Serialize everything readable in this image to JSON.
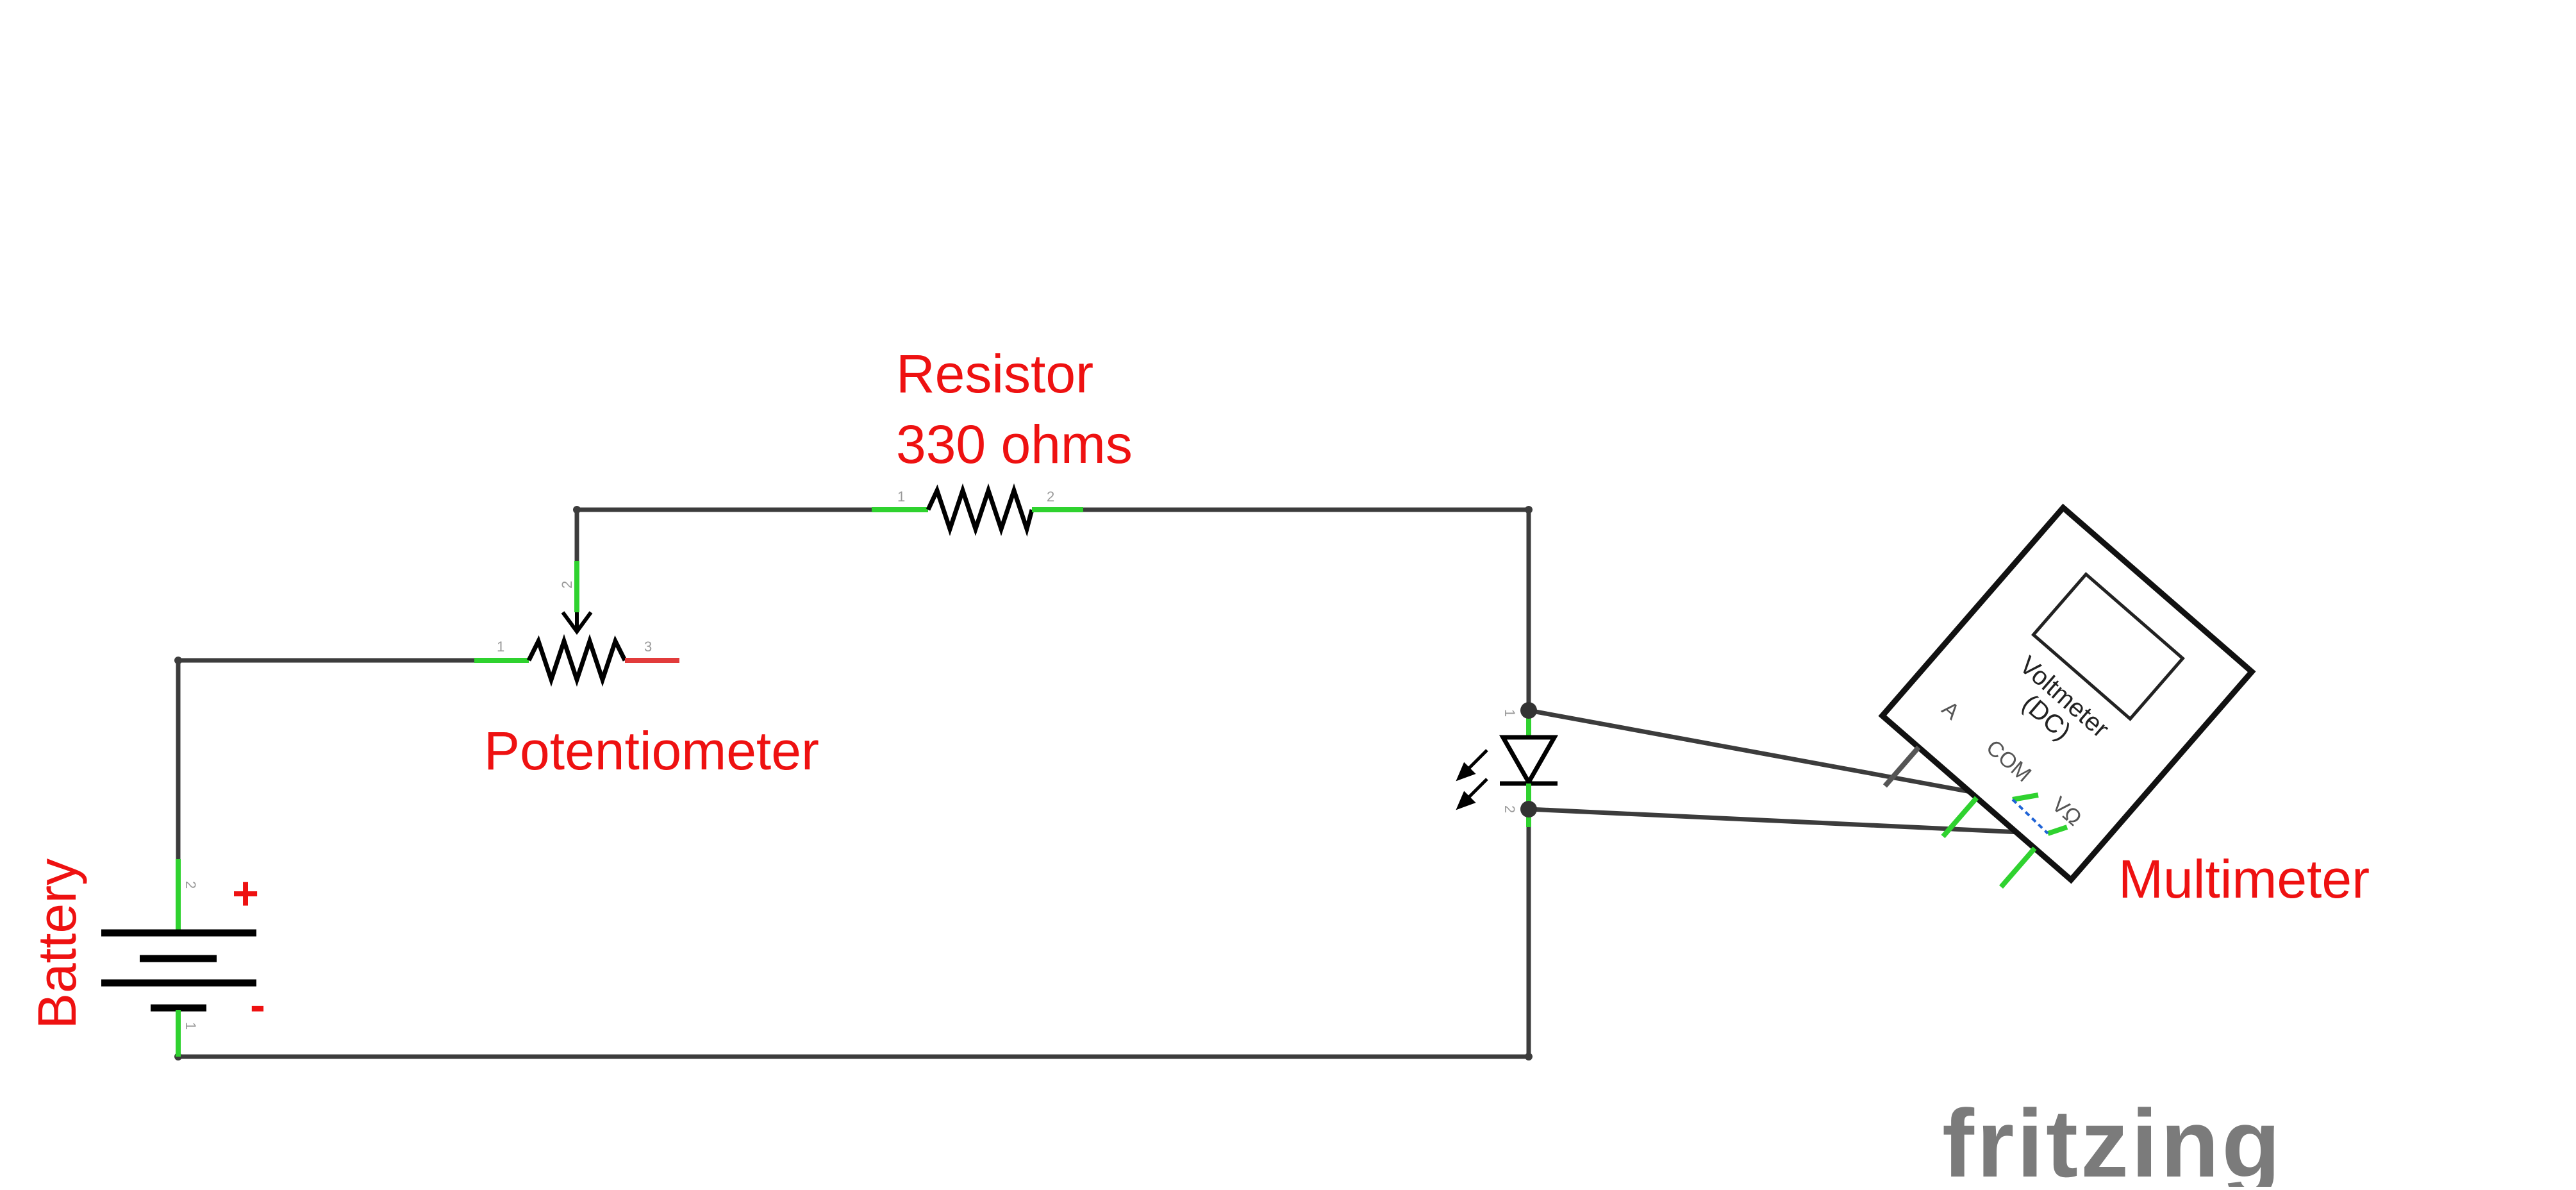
{
  "diagram": {
    "labels": {
      "resistor_name": "Resistor",
      "resistor_value": "330 ohms",
      "potentiometer": "Potentiometer",
      "battery": "Battery",
      "battery_plus": "+",
      "battery_minus": "-",
      "multimeter": "Multimeter"
    },
    "pins": {
      "resistor_1": "1",
      "resistor_2": "2",
      "pot_1": "1",
      "pot_2": "2",
      "pot_3": "3",
      "battery_1": "1",
      "battery_2": "2",
      "led_1": "1",
      "led_2": "2"
    },
    "multimeter": {
      "title_line1": "Voltmeter",
      "title_line2": "(DC)",
      "pin_a": "A",
      "pin_com": "COM",
      "pin_v": "VΩ"
    },
    "logo": "fritzing",
    "colors": {
      "label": "#ee1111",
      "wire": "#3c3c3c",
      "connected_lead": "#2fd22f",
      "unconnected_lead": "#e23b3b",
      "logo": "#7b7b7b"
    }
  }
}
